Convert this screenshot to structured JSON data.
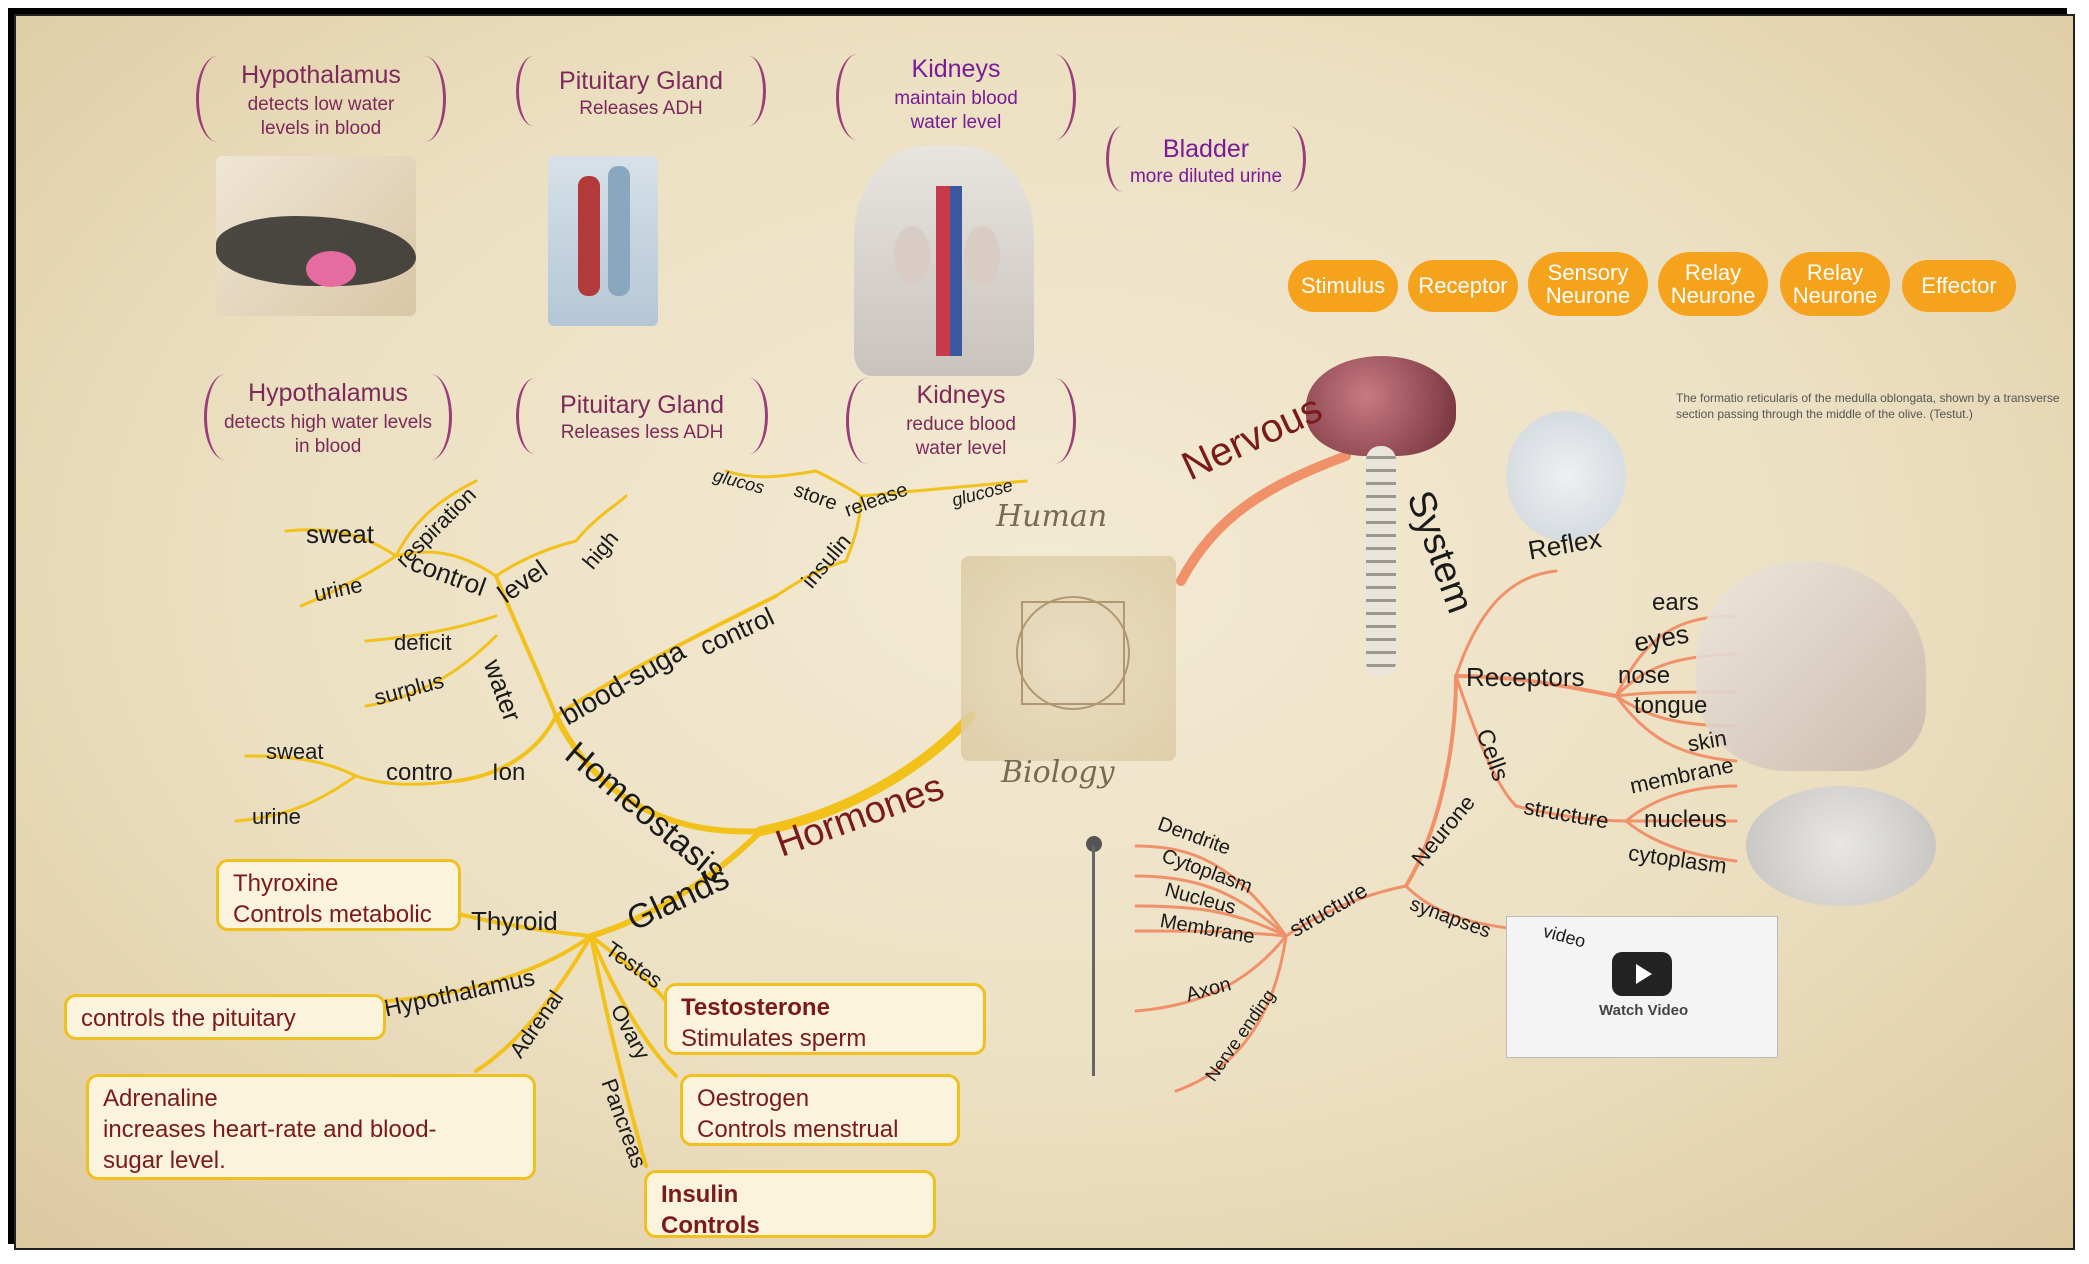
{
  "top_steps": [
    {
      "title": "Hypothalamus",
      "desc": "detects low water levels in blood"
    },
    {
      "title": "Pituitary Gland",
      "desc": "Releases ADH"
    },
    {
      "title": "Kidneys",
      "desc": "maintain blood water level"
    },
    {
      "title": "Bladder",
      "desc": "more diluted urine"
    }
  ],
  "bottom_steps": [
    {
      "title": "Hypothalamus",
      "desc": "detects high water levels in blood"
    },
    {
      "title": "Pituitary Gland",
      "desc": "Releases less ADH"
    },
    {
      "title": "Kidneys",
      "desc": "reduce blood water level"
    }
  ],
  "pathway": [
    "Stimulus",
    "Receptor",
    "Sensory Neurone",
    "Relay Neurone",
    "Relay Neurone",
    "Effector"
  ],
  "center": {
    "top": "Human",
    "bottom": "Biology"
  },
  "hormones": {
    "title": "Hormones",
    "homeostasis": "Homeostasis",
    "water": "water",
    "water_control": "control",
    "level": "level",
    "high": "high",
    "respiration": "respiration",
    "sweat1": "sweat",
    "urine1": "urine",
    "deficit": "deficit",
    "surplus": "surplus",
    "ion": "Ion",
    "ion_control": "contro",
    "sweat2": "sweat",
    "urine2": "urine",
    "blood_sugar": "blood-suga",
    "bs_control": "control",
    "insulin": "insulin",
    "glucos": "glucos",
    "store": "store",
    "release": "release",
    "glucose": "glucose",
    "glands": "Glands",
    "thyroid": "Thyroid",
    "thyroid_box": [
      "Thyroxine",
      "Controls metabolic"
    ],
    "hypothalamus": "Hypothalamus",
    "hypothalamus_box": "controls the pituitary",
    "adrenal": "Adrenal",
    "adrenal_box": [
      "Adrenaline",
      "increases heart-rate and blood-",
      "sugar level."
    ],
    "testes": "Testes",
    "testes_box": [
      "Testosterone",
      "Stimulates sperm"
    ],
    "ovary": "Ovary",
    "ovary_box": [
      "Oestrogen",
      "Controls menstrual"
    ],
    "pancreas": "Pancreas",
    "pancreas_box": [
      "Insulin",
      "Controls"
    ]
  },
  "nervous": {
    "title1": "Nervous",
    "title2": "System",
    "reflex": "Reflex",
    "receptors": "Receptors",
    "ears": "ears",
    "eyes": "eyes",
    "nose": "nose",
    "tongue": "tongue",
    "skin": "skin",
    "cells": "Cells",
    "cell_structure": "structure",
    "membrane": "membrane",
    "nucleus": "nucleus",
    "cytoplasm": "cytoplasm",
    "neurone": "Neurone",
    "n_structure": "structure",
    "dendrite": "Dendrite",
    "n_cytoplasm": "Cytoplasm",
    "n_nucleus": "Nucleus",
    "n_membrane": "Membrane",
    "axon": "Axon",
    "nerve_ending": "Nerve ending",
    "synapses": "synapses",
    "video": "video",
    "watch_video": "Watch Video"
  },
  "caption": {
    "title": "The formatio reticularis of the medulla oblongata, shown by a transverse section passing through the middle of the olive. (Testut.)"
  },
  "colors": {
    "hormone": "#f2c21a",
    "nervous": "#f0916a",
    "pill": "#f5a21c",
    "magenta": "#9b3d78",
    "purple": "#7a1a98"
  }
}
